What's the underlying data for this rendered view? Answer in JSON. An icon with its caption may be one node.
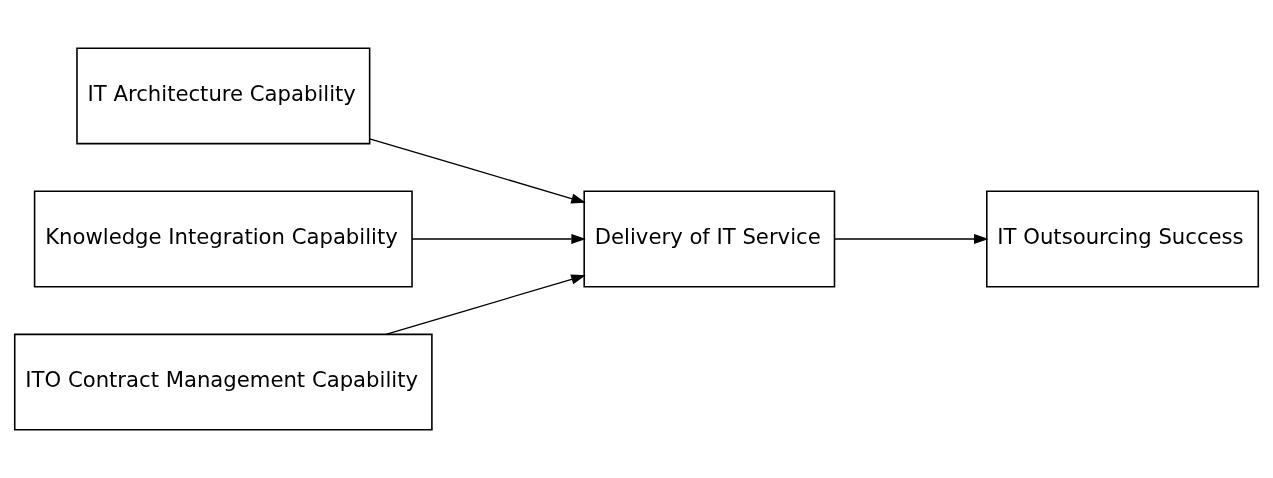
{
  "diagram": {
    "nodes": [
      {
        "text": [
          "IT Architecture Capability"
        ]
      },
      {
        "text": [
          "Knowledge Integration Capability"
        ]
      },
      {
        "text": [
          "ITO Contract Management Capability"
        ]
      },
      {
        "text": [
          "Delivery of IT Service"
        ]
      },
      {
        "text": [
          "IT Outsourcing Success"
        ]
      }
    ],
    "edges": [
      {
        "from": 0,
        "to": 3,
        "arrow": "to"
      },
      {
        "from": 1,
        "to": 3,
        "arrow": "to"
      },
      {
        "from": 2,
        "to": 3,
        "arrow": "to"
      },
      {
        "from": 3,
        "to": 4,
        "arrow": "to"
      }
    ]
  }
}
